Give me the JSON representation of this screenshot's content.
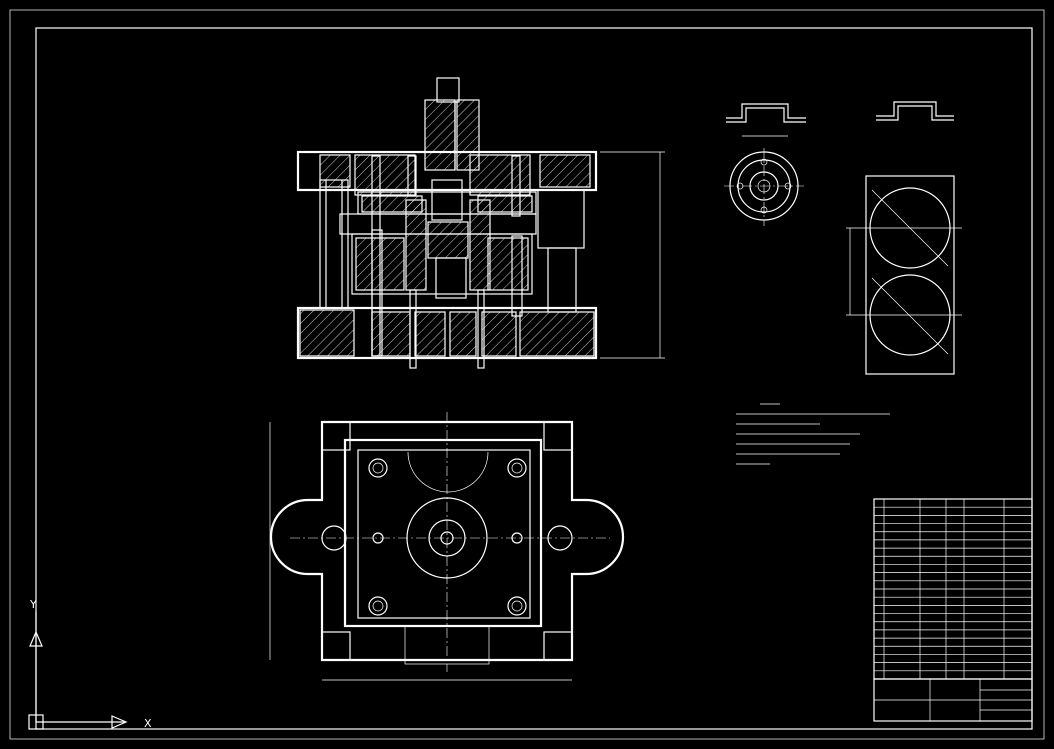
{
  "colors": {
    "background": "#000000",
    "line": "#ffffff"
  },
  "ucs": {
    "y_label": "Y",
    "x_label": "X"
  },
  "views": {
    "section": {
      "name": "main-section-view"
    },
    "plan": {
      "name": "plan-view"
    },
    "part": {
      "name": "part-drawing"
    },
    "blank": {
      "name": "blank-layout"
    }
  },
  "notes": {
    "count": 6
  },
  "bom": {
    "rows": 22,
    "columns": 6
  }
}
